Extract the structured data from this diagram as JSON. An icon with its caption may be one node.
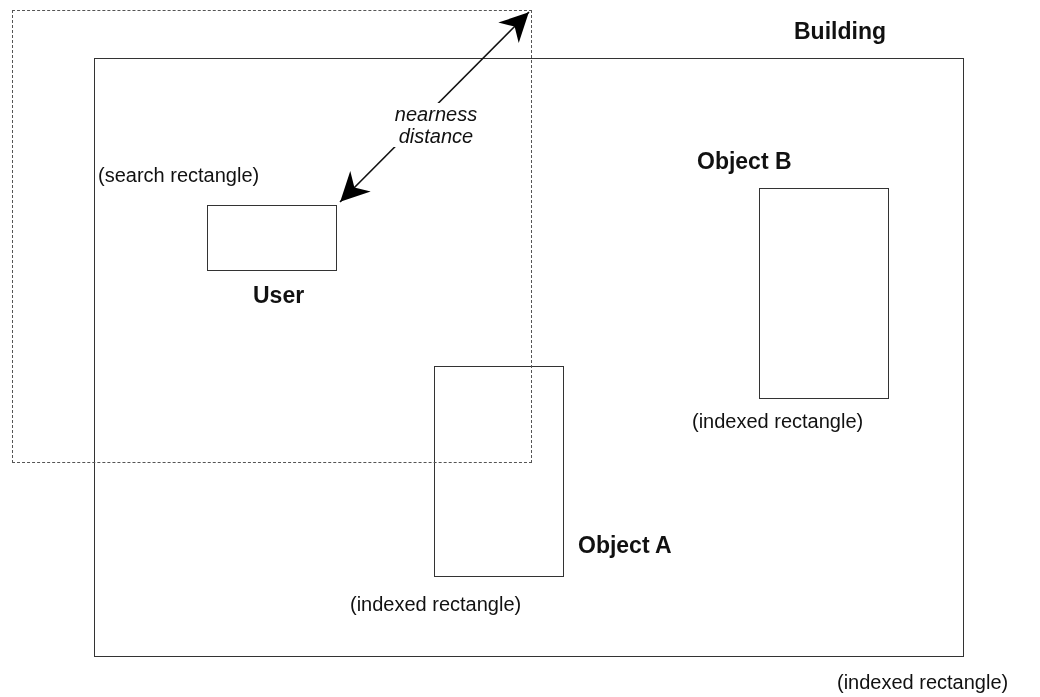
{
  "diagram": {
    "nodes": [
      {
        "text": [
          "Building",
          "(indexed rectangle)"
        ]
      },
      {
        "text": [
          "(search rectangle)"
        ]
      },
      {
        "text": [],
        "shape": "box"
      },
      {
        "text": [
          "Object A",
          "(indexed rectangle)"
        ],
        "in": 0
      },
      {
        "text": [
          "Object B",
          "(indexed rectangle)"
        ],
        "in": 0
      }
    ],
    "labels": [
      "User"
    ],
    "edges": [
      {
        "from": 2,
        "to": 1,
        "arrow": "both",
        "label": "nearness distance"
      }
    ]
  }
}
